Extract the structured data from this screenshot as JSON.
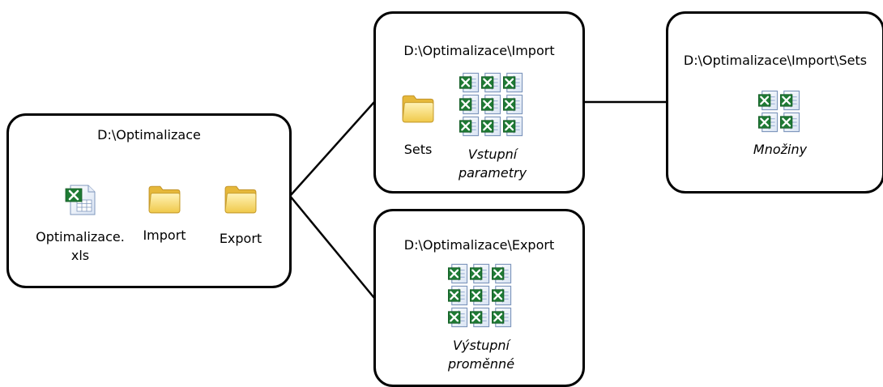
{
  "root": {
    "path": "D:\\Optimalizace",
    "items": [
      {
        "label_line1": "Optimalizace.",
        "label_line2": "xls",
        "icon": "excel-file-icon"
      },
      {
        "label": "Import",
        "icon": "folder-icon"
      },
      {
        "label": "Export",
        "icon": "folder-icon"
      }
    ]
  },
  "import": {
    "path": "D:\\Optimalizace\\Import",
    "folder_label": "Sets",
    "files_label_line1": "Vstupní",
    "files_label_line2": "parametry",
    "folder_icon": "folder-icon",
    "files_icon": "excel-files-grid-icon"
  },
  "sets": {
    "path": "D:\\Optimalizace\\Import\\Sets",
    "files_label": "Množiny",
    "files_icon": "excel-files-grid-icon"
  },
  "export": {
    "path": "D:\\Optimalizace\\Export",
    "files_label_line1": "Výstupní",
    "files_label_line2": "proměnné",
    "files_icon": "excel-files-grid-icon"
  },
  "colors": {
    "border": "#000000",
    "excel_green": "#1e7a34",
    "folder_yellow": "#f4d25a"
  }
}
